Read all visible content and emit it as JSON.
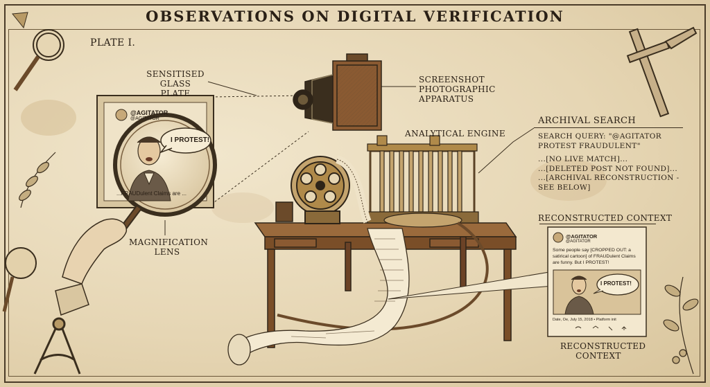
{
  "title": "OBSERVATIONS ON DIGITAL VERIFICATION",
  "plate": "PLATE I.",
  "labels": {
    "glass_plate": [
      "SENSITISED GLASS",
      "PLATE"
    ],
    "apparatus": [
      "SCREENSHOT",
      "PHOTOGRAPHIC",
      "APPARATUS"
    ],
    "engine": "ANALYTICAL ENGINE",
    "lens": [
      "MAGNIFICATION",
      "LENS"
    ],
    "reconstructed_bottom": [
      "RECONSTRUCTED",
      "CONTEXT"
    ]
  },
  "archival": {
    "heading": "ARCHIVAL SEARCH",
    "lines": [
      "SEARCH QUERY: \"@AGITATOR",
      "PROTEST FRAUDULENT\"",
      "...[NO LIVE MATCH]...",
      "...[DELETED POST NOT FOUND]...",
      "...[ARCHIVAL RECONSTRUCTION -",
      "SEE BELOW]"
    ]
  },
  "left_card": {
    "handle": "@AGITATOR",
    "handle_sub": "@AGITATOR",
    "speech": "I PROTEST!",
    "snippet": "...FRAUDulent Claims are ..."
  },
  "reconstructed": {
    "heading": "RECONSTRUCTED CONTEXT",
    "handle": "@AGITATOR",
    "handle_sub": "@AGITATOR",
    "body": [
      "Some people say [CROPPED OUT: a",
      "satirical cartoon] of FRAUDulent Claims",
      "are funny. But I PROTEST!"
    ],
    "speech": "I PROTEST!",
    "meta": "Date, Oe, July 15, 2018 • Platform init"
  },
  "colors": {
    "ink": "#2a2016",
    "paper": "#efe3c8",
    "brass": "#b08a4a",
    "wood": "#8a5a32"
  }
}
